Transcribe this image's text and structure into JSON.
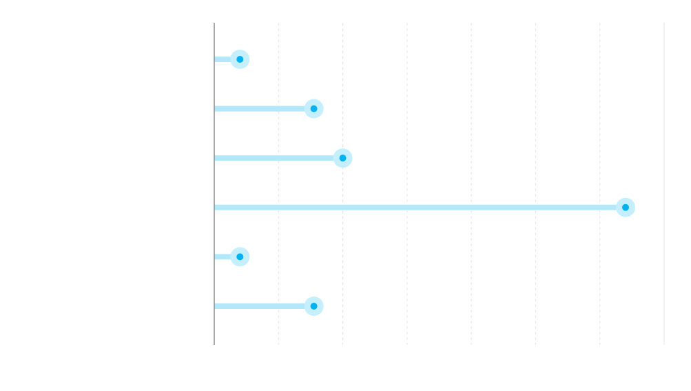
{
  "chart_data": {
    "type": "lollipop",
    "orientation": "horizontal",
    "title": "",
    "xlabel": "",
    "ylabel": "",
    "categories": [
      "",
      "",
      "",
      "",
      "",
      ""
    ],
    "values": [
      0.4,
      1.55,
      2.0,
      6.4,
      0.4,
      1.55
    ],
    "xlim": [
      0,
      7
    ],
    "grid": true,
    "legend": "none",
    "colors": {
      "stem": "#b3e8fb",
      "dot": "#04b1f1",
      "halo": "#c6effd",
      "axis": "#8c8c8c",
      "grid": "#e3e3e3"
    }
  }
}
